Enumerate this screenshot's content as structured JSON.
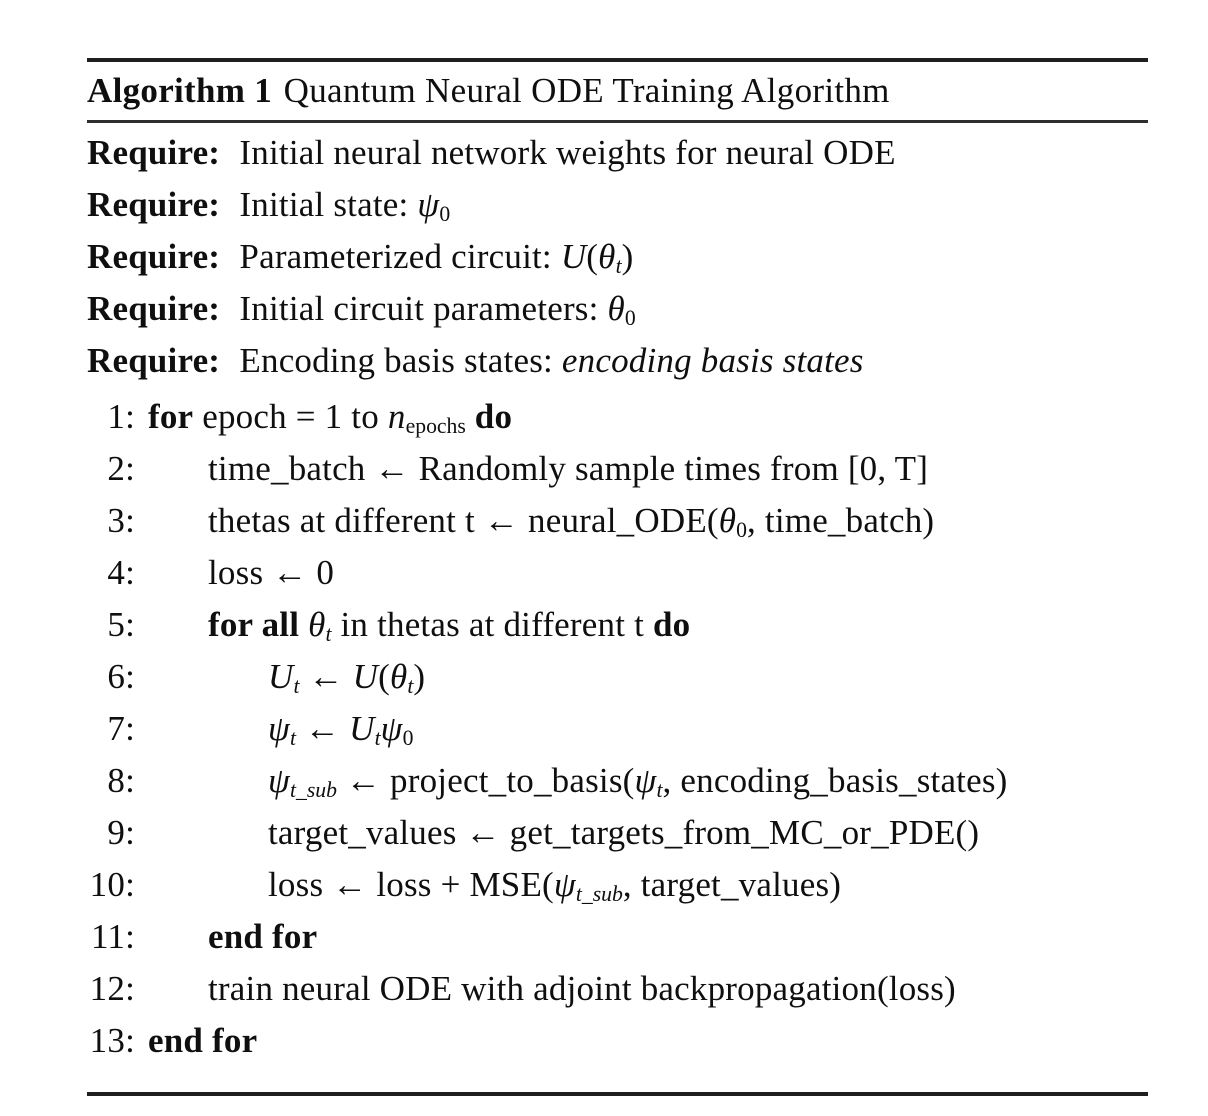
{
  "colors": {
    "background": "#ffffff",
    "text": "#0f0f0f",
    "rule": "#1f1f1f"
  },
  "title": {
    "label": "Algorithm 1",
    "text": "Quantum Neural ODE Training Algorithm"
  },
  "require_label": "Require:",
  "requires": [
    {
      "segments": [
        {
          "t": "Initial neural network weights for neural ODE"
        }
      ]
    },
    {
      "segments": [
        {
          "t": "Initial state: "
        },
        {
          "t": "ψ",
          "i": 1
        },
        {
          "t": "0",
          "s": 1
        }
      ]
    },
    {
      "segments": [
        {
          "t": "Parameterized circuit: "
        },
        {
          "t": "U",
          "i": 1
        },
        {
          "t": "("
        },
        {
          "t": "θ",
          "i": 1
        },
        {
          "t": "t",
          "i": 1,
          "s": 1
        },
        {
          "t": ")"
        }
      ]
    },
    {
      "segments": [
        {
          "t": "Initial circuit parameters: "
        },
        {
          "t": "θ",
          "i": 1
        },
        {
          "t": "0",
          "s": 1
        }
      ]
    },
    {
      "segments": [
        {
          "t": "Encoding basis states: "
        },
        {
          "t": "encoding basis states",
          "i": 1
        }
      ]
    }
  ],
  "steps": [
    {
      "num": "1:",
      "indent": 1,
      "segments": [
        {
          "t": "for",
          "b": 1
        },
        {
          "t": " epoch = 1 to "
        },
        {
          "t": "n",
          "i": 1
        },
        {
          "t": "epochs",
          "s": 1
        },
        {
          "t": " "
        },
        {
          "t": "do",
          "b": 1
        }
      ]
    },
    {
      "num": "2:",
      "indent": 2,
      "segments": [
        {
          "t": "time_batch ← Randomly sample times from [0, T]"
        }
      ]
    },
    {
      "num": "3:",
      "indent": 2,
      "segments": [
        {
          "t": "thetas at different t ← neural_ODE("
        },
        {
          "t": "θ",
          "i": 1
        },
        {
          "t": "0",
          "s": 1
        },
        {
          "t": ", time_batch)"
        }
      ]
    },
    {
      "num": "4:",
      "indent": 2,
      "segments": [
        {
          "t": "loss ← 0"
        }
      ]
    },
    {
      "num": "5:",
      "indent": 2,
      "segments": [
        {
          "t": "for all",
          "b": 1
        },
        {
          "t": " "
        },
        {
          "t": "θ",
          "i": 1
        },
        {
          "t": "t",
          "i": 1,
          "s": 1
        },
        {
          "t": " in thetas at different t "
        },
        {
          "t": "do",
          "b": 1
        }
      ]
    },
    {
      "num": "6:",
      "indent": 3,
      "segments": [
        {
          "t": "U",
          "i": 1
        },
        {
          "t": "t",
          "i": 1,
          "s": 1
        },
        {
          "t": " ← "
        },
        {
          "t": "U",
          "i": 1
        },
        {
          "t": "("
        },
        {
          "t": "θ",
          "i": 1
        },
        {
          "t": "t",
          "i": 1,
          "s": 1
        },
        {
          "t": ")"
        }
      ]
    },
    {
      "num": "7:",
      "indent": 3,
      "segments": [
        {
          "t": "ψ",
          "i": 1
        },
        {
          "t": "t",
          "i": 1,
          "s": 1
        },
        {
          "t": " ← "
        },
        {
          "t": "U",
          "i": 1
        },
        {
          "t": "t",
          "i": 1,
          "s": 1
        },
        {
          "t": "ψ",
          "i": 1
        },
        {
          "t": "0",
          "s": 1
        }
      ]
    },
    {
      "num": "8:",
      "indent": 3,
      "segments": [
        {
          "t": "ψ",
          "i": 1
        },
        {
          "t": "t_sub",
          "i": 1,
          "s": 1
        },
        {
          "t": " ← project_to_basis("
        },
        {
          "t": "ψ",
          "i": 1
        },
        {
          "t": "t",
          "i": 1,
          "s": 1
        },
        {
          "t": ", encoding_basis_states)"
        }
      ]
    },
    {
      "num": "9:",
      "indent": 3,
      "segments": [
        {
          "t": "target_values ← get_targets_from_MC_or_PDE()"
        }
      ]
    },
    {
      "num": "10:",
      "indent": 3,
      "segments": [
        {
          "t": "loss ← loss + MSE("
        },
        {
          "t": "ψ",
          "i": 1
        },
        {
          "t": "t_sub",
          "i": 1,
          "s": 1
        },
        {
          "t": ", target_values)"
        }
      ]
    },
    {
      "num": "11:",
      "indent": 2,
      "segments": [
        {
          "t": "end for",
          "b": 1
        }
      ]
    },
    {
      "num": "12:",
      "indent": 2,
      "segments": [
        {
          "t": "train neural ODE with adjoint backpropagation(loss)"
        }
      ]
    },
    {
      "num": "13:",
      "indent": 1,
      "segments": [
        {
          "t": "end for",
          "b": 1
        }
      ]
    }
  ]
}
